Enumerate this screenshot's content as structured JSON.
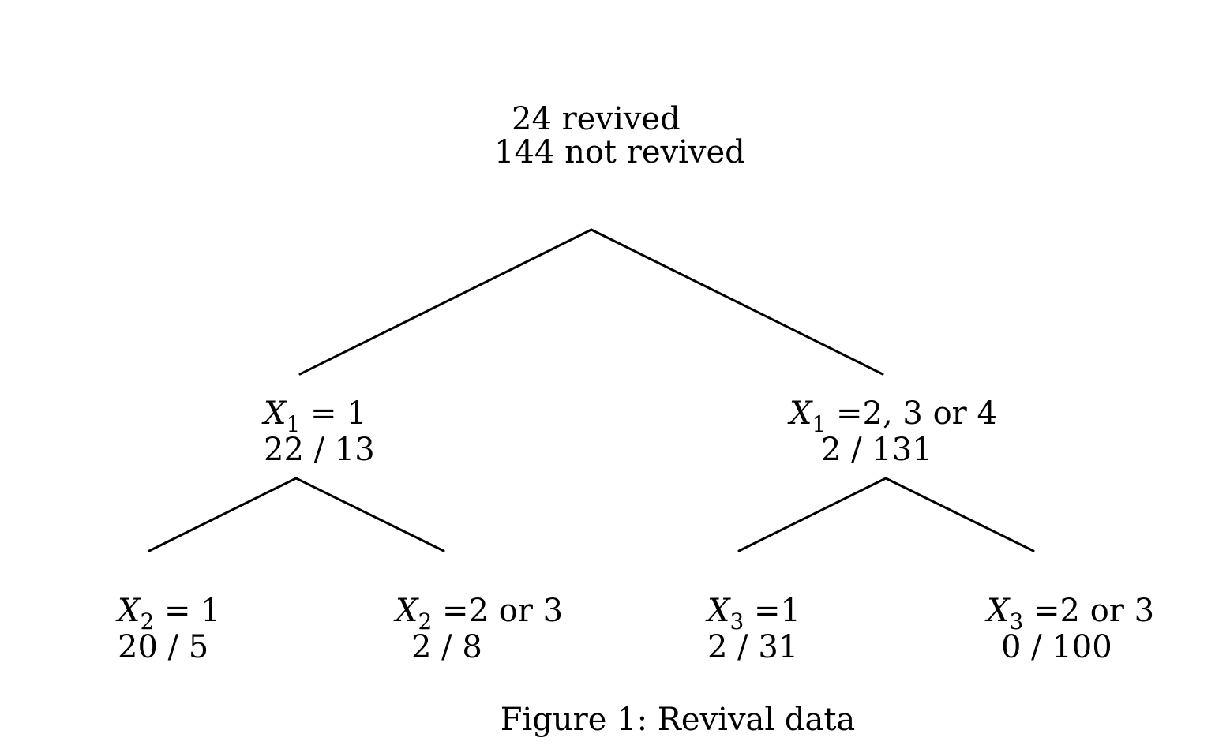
{
  "tree": {
    "root": {
      "line1": "24 revived",
      "line2": "144 not revived"
    },
    "left": {
      "var": "X",
      "sub": "1",
      "cond": " = 1",
      "counts": "22 / 13"
    },
    "right": {
      "var": "X",
      "sub": "1",
      "cond": " =2, 3 or 4",
      "counts": "2 / 131"
    },
    "left_left": {
      "var": "X",
      "sub": "2",
      "cond": " = 1",
      "counts": "20 / 5"
    },
    "left_right": {
      "var": "X",
      "sub": "2",
      "cond": " =2 or 3",
      "counts": "2 / 8"
    },
    "right_left": {
      "var": "X",
      "sub": "3",
      "cond": " =1",
      "counts": "2 / 31"
    },
    "right_right": {
      "var": "X",
      "sub": "3",
      "cond": " =2 or 3",
      "counts": "0 / 100"
    }
  },
  "caption": "Figure 1: Revival data"
}
